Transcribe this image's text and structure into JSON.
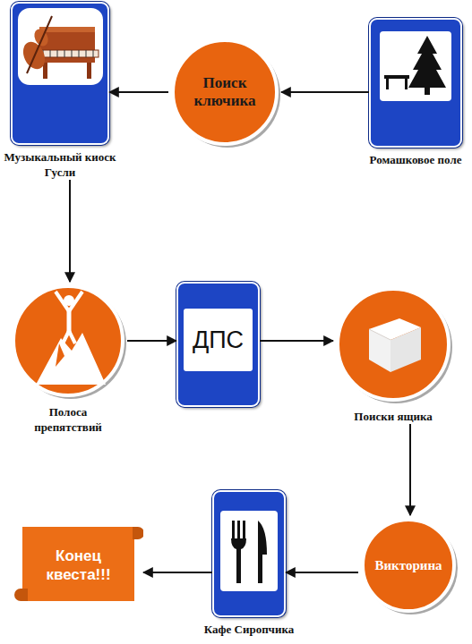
{
  "diagram": {
    "nodes": [
      {
        "text": [
          "Музыкальный киоск Гусли"
        ]
      },
      {
        "text": [
          "Поиск ключика"
        ]
      },
      {
        "text": [
          "Ромашковое поле"
        ]
      },
      {
        "text": [
          "Полоса препятствий"
        ]
      },
      {
        "text": [
          "ДПС"
        ]
      },
      {
        "text": [
          "Поиски ящика"
        ]
      },
      {
        "text": [
          "Конец квеста!!!"
        ]
      },
      {
        "text": [
          "Кафе Сиропчика"
        ]
      },
      {
        "text": [
          "Викторина"
        ]
      }
    ],
    "edges": [
      {
        "from": 2,
        "to": 1,
        "arrow": "to"
      },
      {
        "from": 1,
        "to": 0,
        "arrow": "to"
      },
      {
        "from": 0,
        "to": 3,
        "arrow": "to"
      },
      {
        "from": 3,
        "to": 4,
        "arrow": "to"
      },
      {
        "from": 4,
        "to": 5,
        "arrow": "to"
      },
      {
        "from": 5,
        "to": 8,
        "arrow": "to"
      },
      {
        "from": 8,
        "to": 7,
        "arrow": "to"
      },
      {
        "from": 7,
        "to": 6,
        "arrow": "to"
      }
    ]
  }
}
